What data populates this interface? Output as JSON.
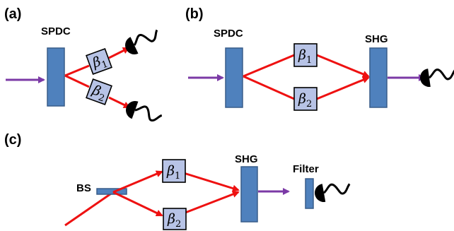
{
  "panels": [
    {
      "label": "(a)"
    },
    {
      "label": "(b)"
    },
    {
      "label": "(c)"
    }
  ],
  "components": {
    "spdc_a": "SPDC",
    "spdc_b": "SPDC",
    "shg_b": "SHG",
    "shg_c": "SHG",
    "bs_c": "BS",
    "filter_c": "Filter"
  },
  "phase": {
    "symbol": "β",
    "sub1": "1",
    "sub2": "2"
  },
  "colors": {
    "pump": "#7b3aa6",
    "photon_path": "#ee1111",
    "crystal": "#4f81bd",
    "phase_box": "#b7c3e6",
    "detector": "#000000"
  },
  "icons": {
    "detector": "detector-icon"
  }
}
